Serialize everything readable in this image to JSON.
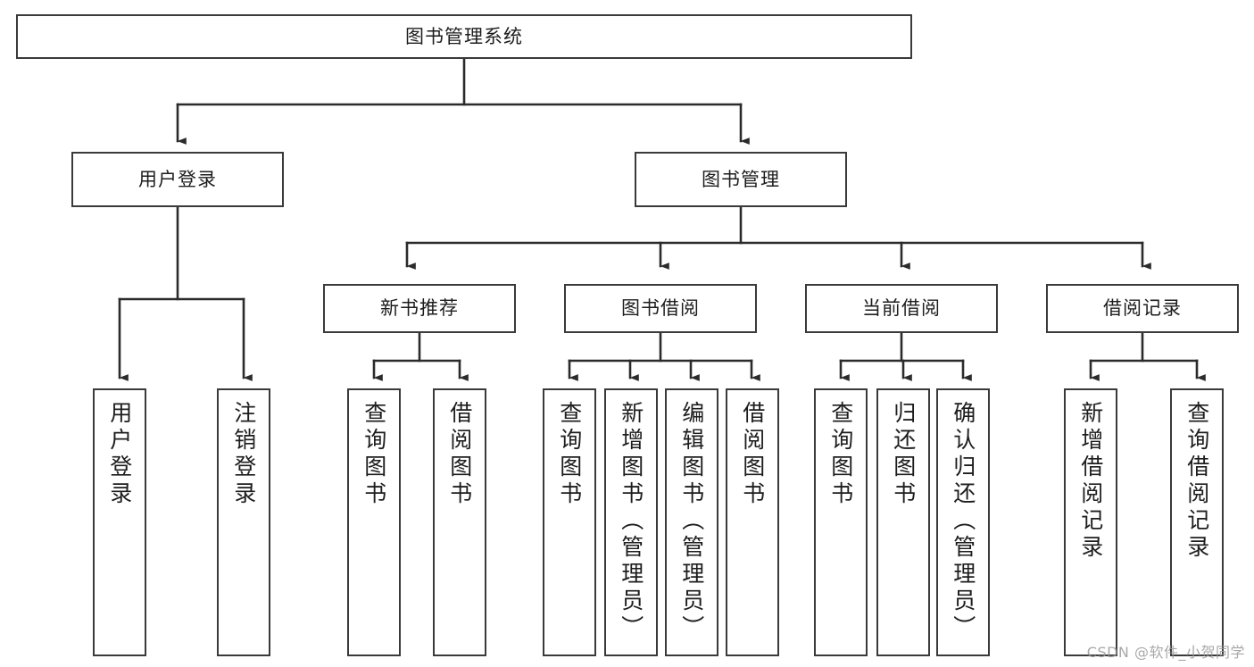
{
  "diagram": {
    "type": "tree-hierarchy",
    "title": "图书管理系统",
    "colors": {
      "box_border": "#3a3a3a",
      "box_fill": "#ffffff",
      "edge": "#2b2b2b",
      "text": "#1d1d1d",
      "watermark": "#9a9a9a"
    },
    "levels": {
      "root": {
        "label": "图书管理系统"
      },
      "level2": [
        {
          "id": "user-login",
          "label": "用户登录"
        },
        {
          "id": "book-manage",
          "label": "图书管理"
        }
      ],
      "level3": [
        {
          "id": "new-book-recommend",
          "label": "新书推荐"
        },
        {
          "id": "book-borrow",
          "label": "图书借阅"
        },
        {
          "id": "current-borrow",
          "label": "当前借阅"
        },
        {
          "id": "borrow-record",
          "label": "借阅记录"
        }
      ],
      "leaves": {
        "user_login": [
          {
            "id": "leaf-user-login",
            "label": "用户登录"
          },
          {
            "id": "leaf-logout-login",
            "label": "注销登录"
          }
        ],
        "new_book_recommend": [
          {
            "id": "leaf-query-book-1",
            "label": "查询图书"
          },
          {
            "id": "leaf-borrow-book-1",
            "label": "借阅图书"
          }
        ],
        "book_borrow": [
          {
            "id": "leaf-query-book-2",
            "label": "查询图书"
          },
          {
            "id": "leaf-add-book",
            "label": "新增图书（管理员）"
          },
          {
            "id": "leaf-edit-book",
            "label": "编辑图书（管理员）"
          },
          {
            "id": "leaf-borrow-book-2",
            "label": "借阅图书"
          }
        ],
        "current_borrow": [
          {
            "id": "leaf-query-book-3",
            "label": "查询图书"
          },
          {
            "id": "leaf-return-book",
            "label": "归还图书"
          },
          {
            "id": "leaf-confirm-return",
            "label": "确认归还（管理员）"
          }
        ],
        "borrow_record": [
          {
            "id": "leaf-add-record",
            "label": "新增借阅记录"
          },
          {
            "id": "leaf-query-record",
            "label": "查询借阅记录"
          }
        ]
      }
    },
    "watermark": "CSDN @软件_小贺同学"
  }
}
